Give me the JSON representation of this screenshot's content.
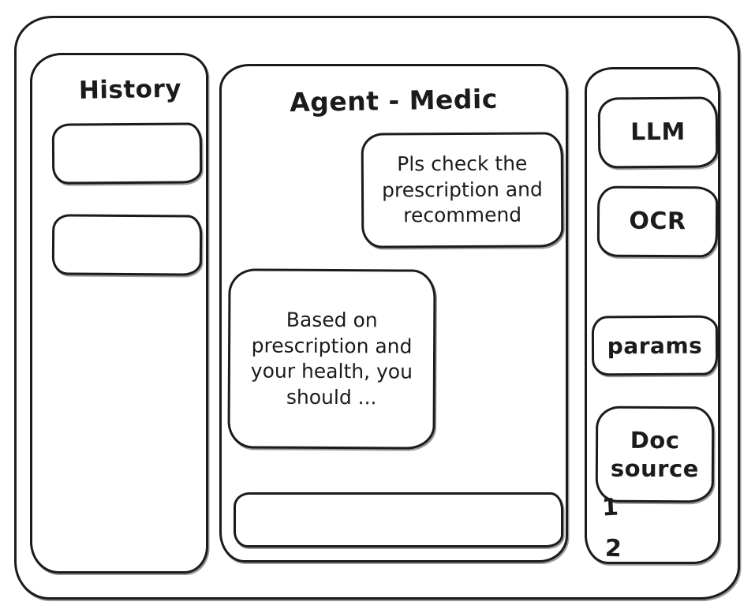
{
  "colors": {
    "ink": "#1b1b1b",
    "background": "#ffffff"
  },
  "history_panel": {
    "title": "History",
    "items": [
      {
        "label": ""
      },
      {
        "label": ""
      }
    ]
  },
  "chat": {
    "title": "Agent - Medic",
    "messages": [
      {
        "role": "user",
        "text": "Pls check the prescription and recommend"
      },
      {
        "role": "assistant",
        "text": "Based on prescription and your health, you should ..."
      }
    ],
    "input": {
      "value": "",
      "placeholder": ""
    }
  },
  "tools_panel": {
    "buttons": [
      {
        "label": "LLM"
      },
      {
        "label": "OCR"
      },
      {
        "label": "params"
      },
      {
        "label": "Doc source"
      }
    ],
    "doc_source_items": [
      "1",
      "2"
    ]
  }
}
